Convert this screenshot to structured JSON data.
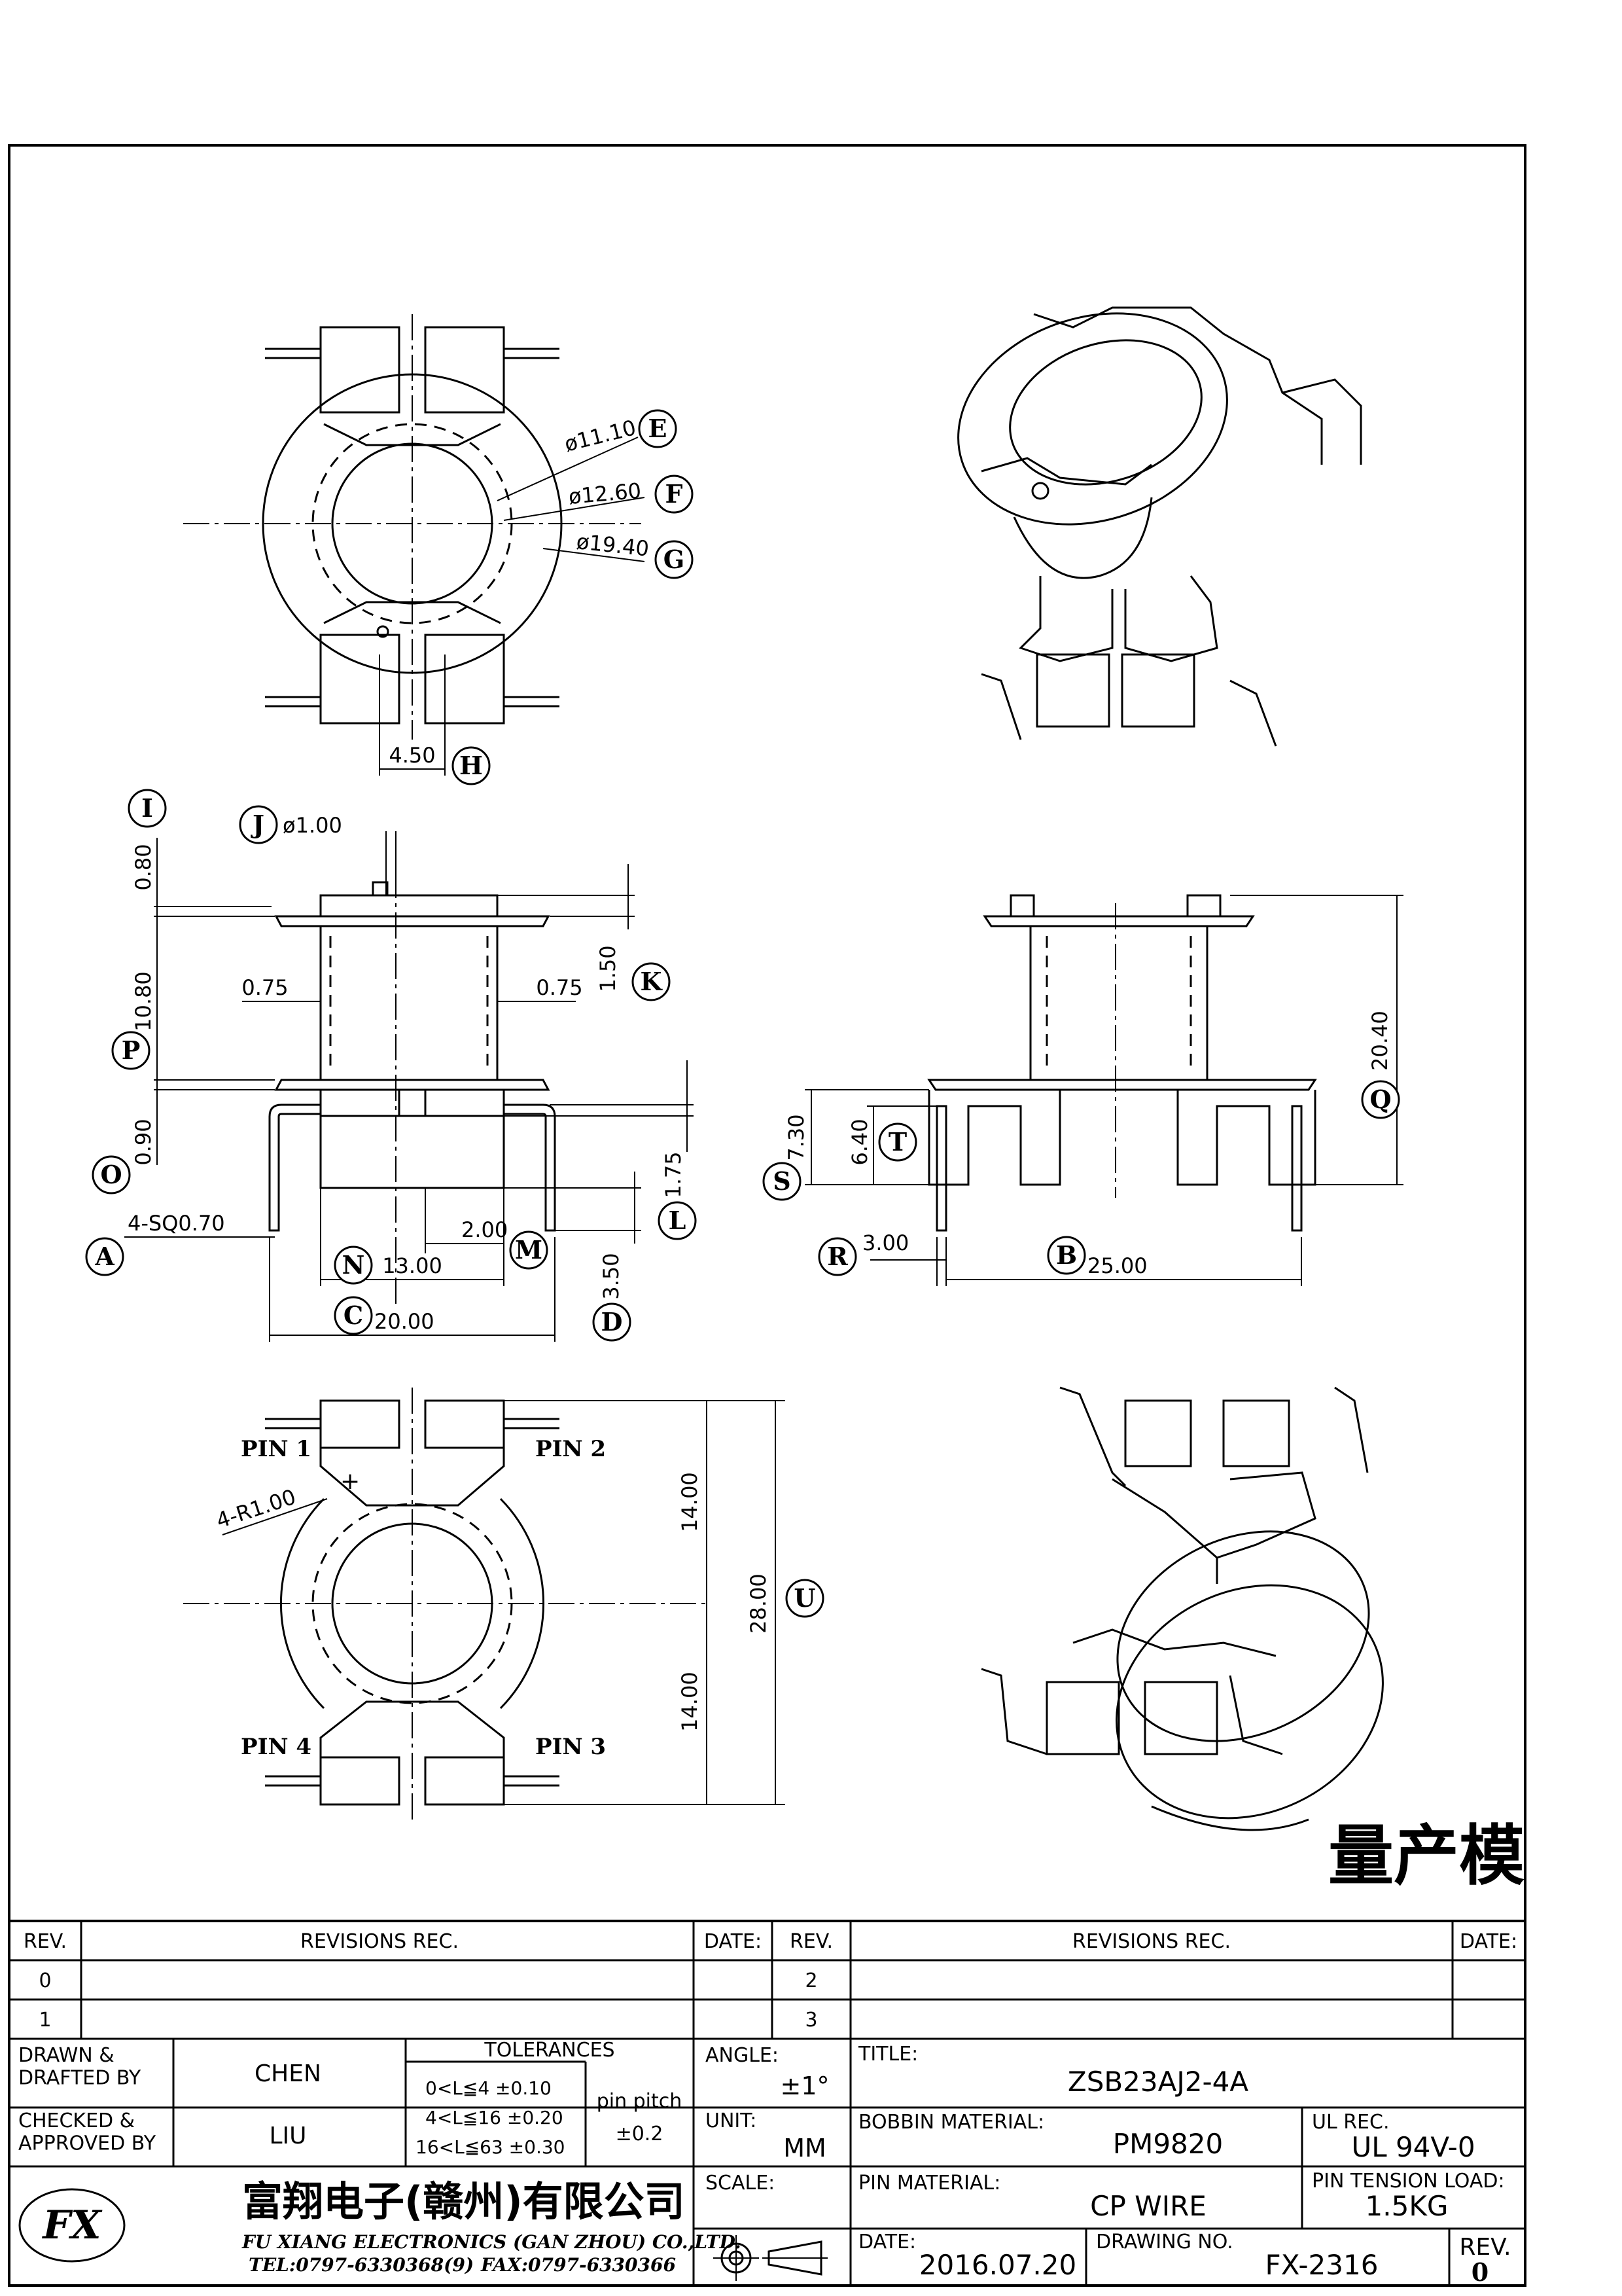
{
  "views": {
    "top": {
      "dims": [
        {
          "tag": "E",
          "text": "ø11.10"
        },
        {
          "tag": "F",
          "text": "ø12.60"
        },
        {
          "tag": "G",
          "text": "ø19.40"
        },
        {
          "tag": "H",
          "text": "4.50"
        }
      ]
    },
    "front": {
      "dims": [
        {
          "tag": "I",
          "text": "0.80"
        },
        {
          "tag": "J",
          "text": "ø1.00"
        },
        {
          "tag": "K",
          "text": "1.50"
        },
        {
          "tag": "P",
          "text": "10.80"
        },
        {
          "tag": "O",
          "text": "0.90"
        },
        {
          "tag": "L",
          "text": "1.75"
        },
        {
          "tag": "A",
          "text": "4-SQ0.70"
        },
        {
          "tag": "N",
          "text": "13.00"
        },
        {
          "tag": "M",
          "text": "2.00"
        },
        {
          "tag": "C",
          "text": "20.00"
        },
        {
          "tag": "D",
          "text": "3.50"
        }
      ],
      "wall_left": "0.75",
      "wall_right": "0.75"
    },
    "side": {
      "dims": [
        {
          "tag": "Q",
          "text": "20.40"
        },
        {
          "tag": "S",
          "text": "7.30"
        },
        {
          "tag": "T",
          "text": "6.40"
        },
        {
          "tag": "R",
          "text": "3.00"
        },
        {
          "tag": "B",
          "text": "25.00"
        }
      ]
    },
    "bottom": {
      "pins": [
        "PIN 1",
        "PIN 2",
        "PIN 4",
        "PIN 3"
      ],
      "radius": "4-R1.00",
      "dims": [
        {
          "tag": "",
          "text": "14.00"
        },
        {
          "tag": "",
          "text": "14.00"
        },
        {
          "tag": "U",
          "text": "28.00"
        }
      ]
    }
  },
  "stamp": "量产模",
  "title_block": {
    "rev_header": "REV.",
    "revisions_header": "REVISIONS   REC.",
    "date_header": "DATE:",
    "rev_rows_left": [
      "0",
      "1"
    ],
    "rev_rows_right": [
      "2",
      "3"
    ],
    "drawn_label": "DRAWN  &\nDRAFTED  BY",
    "drawn_value": "CHEN",
    "checked_label": "CHECKED  &\nAPPROVED  BY",
    "checked_value": "LIU",
    "tolerances_header": "TOLERANCES",
    "tolerances": [
      "0<L≦4    ±0.10",
      "4<L≦16  ±0.20",
      "16<L≦63  ±0.30"
    ],
    "pin_pitch_label": "pin  pitch",
    "pin_pitch_value": "±0.2",
    "angle_label": "ANGLE:",
    "angle_value": "±1°",
    "unit_label": "UNIT:",
    "unit_value": "MM",
    "scale_label": "SCALE:",
    "title_label": "TITLE:",
    "title_value": "ZSB23AJ2-4A",
    "bobbin_label": "BOBBIN  MATERIAL:",
    "bobbin_value": "PM9820",
    "ul_label": "UL  REC.",
    "ul_value": "UL  94V-0",
    "pin_material_label": "PIN  MATERIAL:",
    "pin_material_value": "CP  WIRE",
    "pin_tension_label": "PIN  TENSION  LOAD:",
    "pin_tension_value": "1.5KG",
    "date_label": "DATE:",
    "date_value": "2016.07.20",
    "drawing_no_label": "DRAWING  NO.",
    "drawing_no_value": "FX-2316",
    "rev_label": "REV.",
    "rev_value": "0",
    "company_cn": "富翔电子(赣州)有限公司",
    "company_en": "FU  XIANG  ELECTRONICS  (GAN  ZHOU)  CO.,LTD.",
    "tel": "TEL:0797-6330368(9)",
    "fax": "FAX:0797-6330366",
    "logo_text": "FX"
  }
}
